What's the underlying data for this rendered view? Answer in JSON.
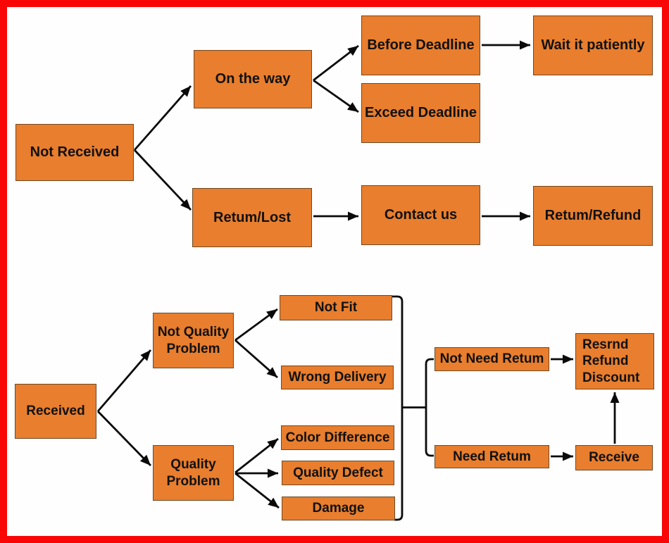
{
  "colors": {
    "node_fill": "#E87E2E",
    "node_border": "#6F4A24",
    "frame_border": "#F90606",
    "connector": "#0A0A0A",
    "background": "#FEFEFE",
    "text": "#111111"
  },
  "nodes": {
    "not_received": "Not Received",
    "on_the_way": "On the way",
    "before_deadline": "Before Deadline",
    "wait_it_patiently": "Wait it patiently",
    "exceed_deadline": "Exceed Deadline",
    "retum_lost": "Retum/Lost",
    "contact_us": "Contact us",
    "retum_refund": "Retum/Refund",
    "received": "Received",
    "not_quality_problem": "Not Quality Problem",
    "quality_problem": "Quality Problem",
    "not_fit": "Not Fit",
    "wrong_delivery": "Wrong Delivery",
    "color_difference": "Color Difference",
    "quality_defect": "Quality Defect",
    "damage": "Damage",
    "not_need_retum": "Not Need Retum",
    "need_retum": "Need Retum",
    "resrnd_refund_discount": "Resrnd Refund Discount",
    "receive": "Receive"
  },
  "edges": [
    {
      "from": "Not Received",
      "to": "On the way",
      "arrow": true
    },
    {
      "from": "Not Received",
      "to": "Retum/Lost",
      "arrow": true
    },
    {
      "from": "On the way",
      "to": "Before Deadline",
      "arrow": true
    },
    {
      "from": "On the way",
      "to": "Exceed Deadline",
      "arrow": true
    },
    {
      "from": "Before Deadline",
      "to": "Wait it patiently",
      "arrow": true
    },
    {
      "from": "Retum/Lost",
      "to": "Contact us",
      "arrow": true
    },
    {
      "from": "Contact us",
      "to": "Retum/Refund",
      "arrow": true
    },
    {
      "from": "Received",
      "to": "Not Quality Problem",
      "arrow": true
    },
    {
      "from": "Received",
      "to": "Quality Problem",
      "arrow": true
    },
    {
      "from": "Not Quality Problem",
      "to": "Not Fit",
      "arrow": true
    },
    {
      "from": "Not Quality Problem",
      "to": "Wrong Delivery",
      "arrow": true
    },
    {
      "from": "Quality Problem",
      "to": "Color Difference",
      "arrow": true
    },
    {
      "from": "Quality Problem",
      "to": "Quality Defect",
      "arrow": true
    },
    {
      "from": "Quality Problem",
      "to": "Damage",
      "arrow": true
    },
    {
      "from": "Not Fit / Wrong Delivery / Color Difference / Quality Defect / Damage",
      "to": "outcome bracket",
      "arrow": false
    },
    {
      "from": "outcome bracket",
      "to": "Not Need Retum",
      "arrow": false
    },
    {
      "from": "outcome bracket",
      "to": "Need Retum",
      "arrow": false
    },
    {
      "from": "Not Need Retum",
      "to": "Resrnd Refund Discount",
      "arrow": true
    },
    {
      "from": "Need Retum",
      "to": "Receive",
      "arrow": true
    },
    {
      "from": "Receive",
      "to": "Resrnd Refund Discount",
      "arrow": true
    }
  ]
}
